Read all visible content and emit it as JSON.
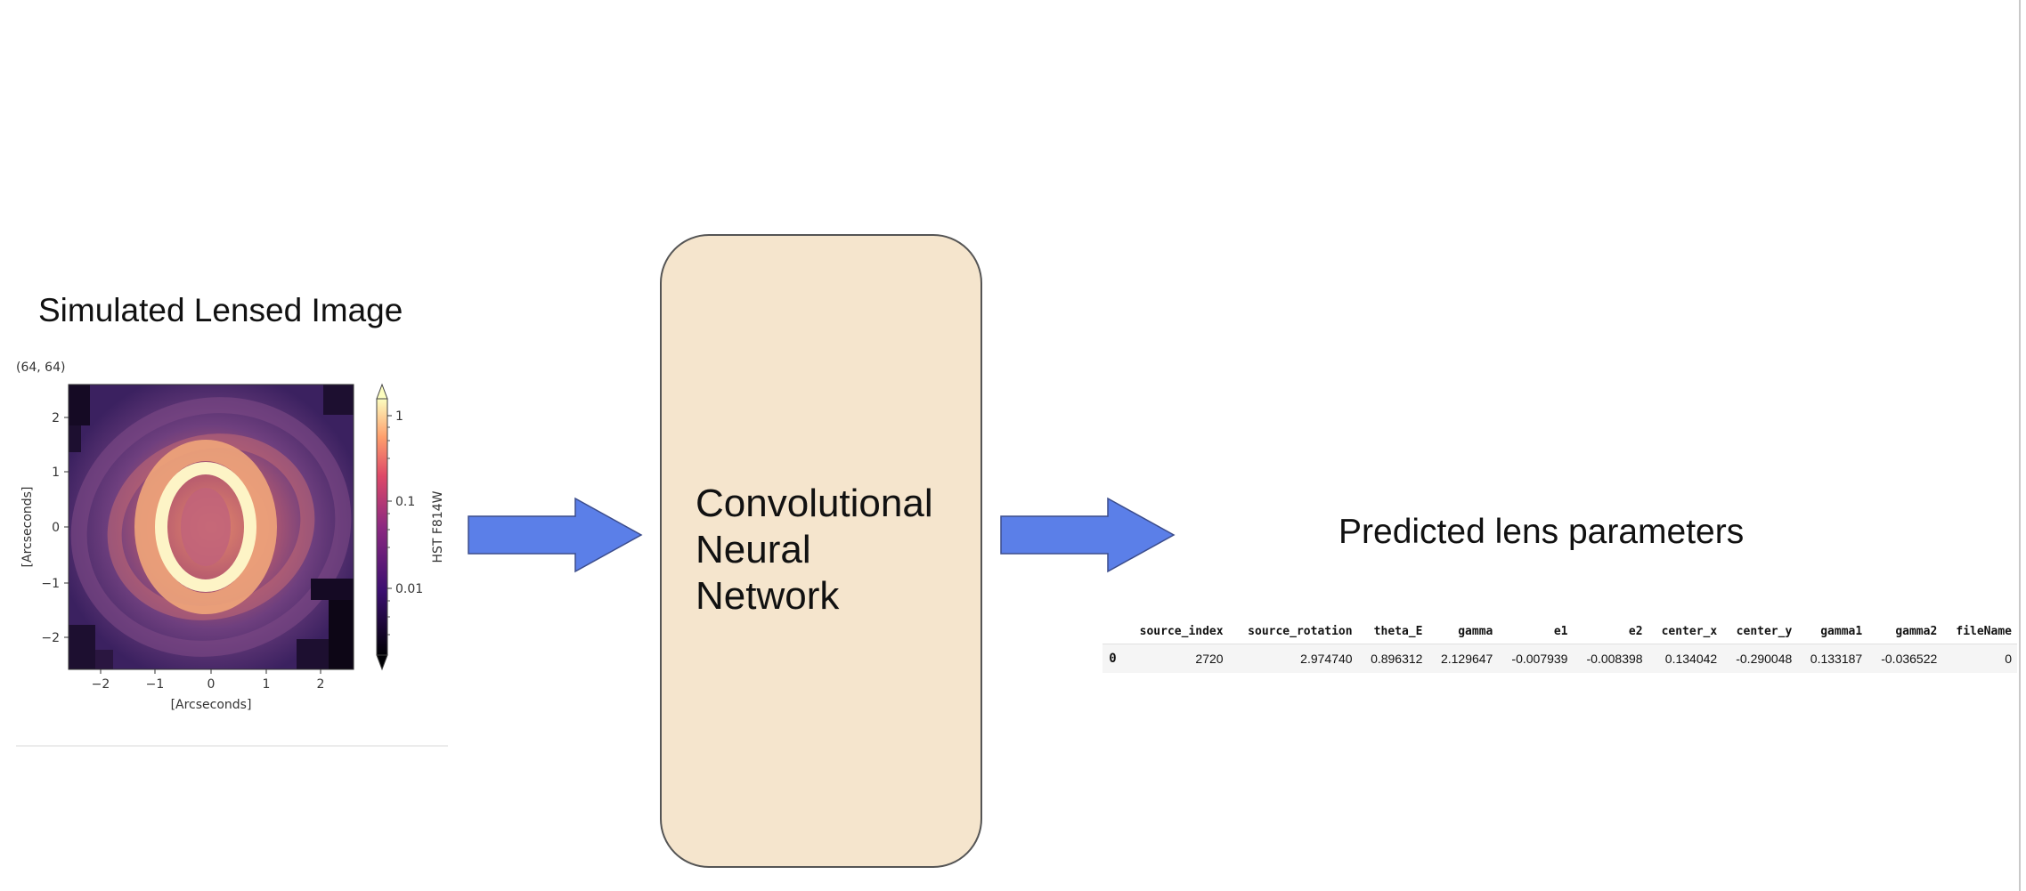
{
  "input": {
    "title": "Simulated Lensed Image",
    "shape_label": "(64, 64)",
    "figure": {
      "xlabel": "[Arcseconds]",
      "ylabel": "[Arcseconds]",
      "xticks": [
        "−2",
        "−1",
        "0",
        "1",
        "2"
      ],
      "yticks": [
        "2",
        "1",
        "0",
        "−1",
        "−2"
      ],
      "colorbar_label": "HST F814W",
      "colorbar_ticks": [
        "1",
        "0.1",
        "0.01"
      ],
      "colormap": "magma"
    }
  },
  "model": {
    "label": "Convolutional\nNeural\nNetwork",
    "fill_color": "#f5e5cd"
  },
  "arrow_color": "#5b7fe8",
  "output": {
    "title": "Predicted lens parameters",
    "table": {
      "columns": [
        "",
        "source_index",
        "source_rotation",
        "theta_E",
        "gamma",
        "e1",
        "e2",
        "center_x",
        "center_y",
        "gamma1",
        "gamma2",
        "fileName"
      ],
      "rows": [
        [
          "0",
          "2720",
          "2.974740",
          "0.896312",
          "2.129647",
          "-0.007939",
          "-0.008398",
          "0.134042",
          "-0.290048",
          "0.133187",
          "-0.036522",
          "0"
        ]
      ]
    }
  }
}
